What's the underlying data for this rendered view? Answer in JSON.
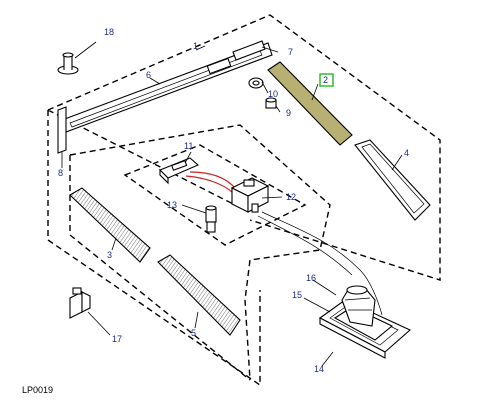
{
  "diagram": {
    "reference_code": "LP0019",
    "callouts": [
      "1",
      "2",
      "3",
      "4",
      "5",
      "6",
      "7",
      "8",
      "9",
      "10",
      "11",
      "12",
      "13",
      "14",
      "15",
      "16",
      "17",
      "18"
    ],
    "highlight_color": "#22bb22",
    "callout_color": "#1a2a8c",
    "wire_color": "#cc2222",
    "strip_fill_color": "#c8c080"
  }
}
